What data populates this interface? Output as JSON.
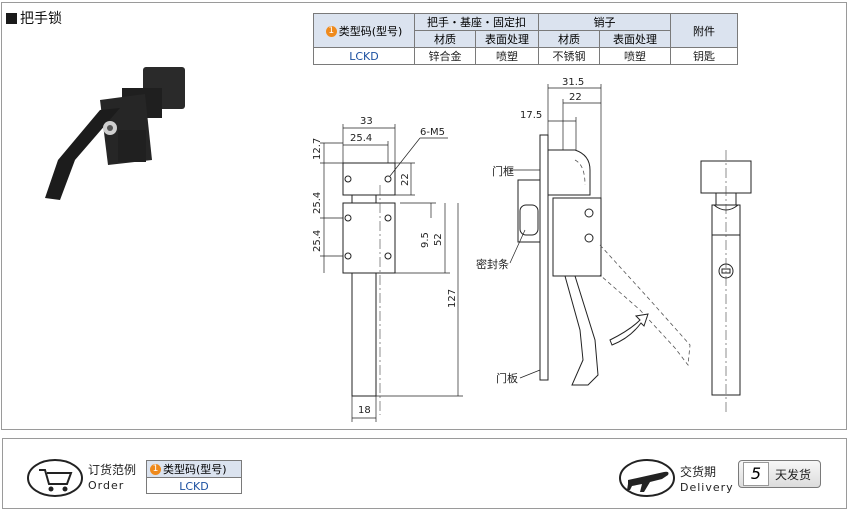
{
  "title": "把手锁",
  "spec_table": {
    "header_type": "类型码(型号)",
    "badge": "1",
    "group_handle": "把手・基座・固定扣",
    "group_pin": "销子",
    "header_accessory": "附件",
    "sub_material_1": "材质",
    "sub_surface_1": "表面处理",
    "sub_material_2": "材质",
    "sub_surface_2": "表面处理",
    "row": {
      "type": "LCKD",
      "handle_material": "锌合金",
      "handle_surface": "喷塑",
      "pin_material": "不锈钢",
      "pin_surface": "喷塑",
      "accessory": "钥匙"
    }
  },
  "dimensions": {
    "width_33": "33",
    "width_25_4": "25.4",
    "screw": "6-M5",
    "h_12_7": "12.7",
    "h_22": "22",
    "v_25_4_a": "25.4",
    "v_25_4_b": "25.4",
    "h_9_5": "9.5",
    "h_52": "52",
    "h_127": "127",
    "w_18": "18",
    "w_31_5": "31.5",
    "w_22": "22",
    "w_17_5": "17.5"
  },
  "callouts": {
    "door_frame": "门框",
    "seal": "密封条",
    "door_panel": "门板"
  },
  "footer": {
    "order_cn": "订货范例",
    "order_en": "Order",
    "order_header": "类型码(型号)",
    "order_badge": "1",
    "order_value": "LCKD",
    "delivery_cn": "交货期",
    "delivery_en": "Delivery",
    "delivery_days": "5",
    "delivery_text": "天发货"
  },
  "icons": [
    "cart-icon",
    "airplane-icon"
  ]
}
